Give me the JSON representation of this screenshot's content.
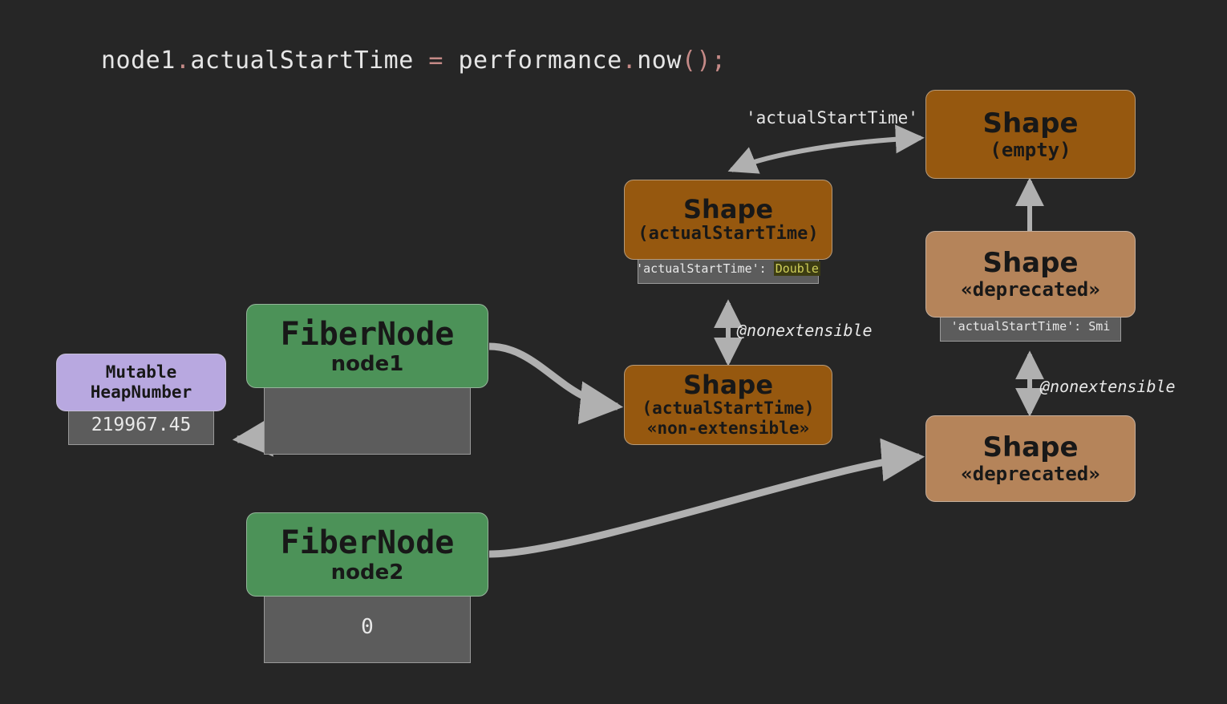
{
  "code": {
    "parts": [
      {
        "t": "node1",
        "cls": "ident"
      },
      {
        "t": ".",
        "cls": "punct"
      },
      {
        "t": "actualStartTime ",
        "cls": "ident"
      },
      {
        "t": "=",
        "cls": "punct"
      },
      {
        "t": " performance",
        "cls": "ident"
      },
      {
        "t": ".",
        "cls": "punct"
      },
      {
        "t": "now",
        "cls": "ident"
      },
      {
        "t": "();",
        "cls": "punct"
      }
    ],
    "full_text": "node1.actualStartTime = performance.now();"
  },
  "colors": {
    "background": "#262626",
    "fiber_green": "#4c9258",
    "shape_orange": "#96580f",
    "shape_deprecated_tan": "#b5845a",
    "heapnumber_purple": "#b8a8e0",
    "slot_gray": "#5c5c5c",
    "edge_gray": "#b0b0b0",
    "highlight_bg": "#3d3d12",
    "highlight_fg": "#cfcf5a",
    "code_punct": "#c58a87",
    "code_text": "#e6e6e6"
  },
  "nodes": {
    "fiber1": {
      "title": "FiberNode",
      "subtitle": "node1",
      "slot_value": ""
    },
    "fiber2": {
      "title": "FiberNode",
      "subtitle": "node2",
      "slot_value": "0"
    },
    "heapnumber": {
      "title_line1": "Mutable",
      "title_line2": "HeapNumber",
      "slot_value": "219967.45"
    },
    "shape_actualstarttime": {
      "title": "Shape",
      "subtitle": "(actualStartTime)",
      "slot_key": "'actualStartTime': ",
      "slot_type": "Double"
    },
    "shape_nonextensible": {
      "title": "Shape",
      "subtitle": "(actualStartTime)",
      "stereotype": "«non-extensible»"
    },
    "shape_empty": {
      "title": "Shape",
      "subtitle": "(empty)"
    },
    "shape_deprecated_1": {
      "title": "Shape",
      "stereotype": "«deprecated»",
      "slot_key": "'actualStartTime': ",
      "slot_type": "Smi"
    },
    "shape_deprecated_2": {
      "title": "Shape",
      "stereotype": "«deprecated»"
    }
  },
  "edges": {
    "transition_label": "'actualStartTime'",
    "nonextensible_label_1": "@nonextensible",
    "nonextensible_label_2": "@nonextensible"
  }
}
